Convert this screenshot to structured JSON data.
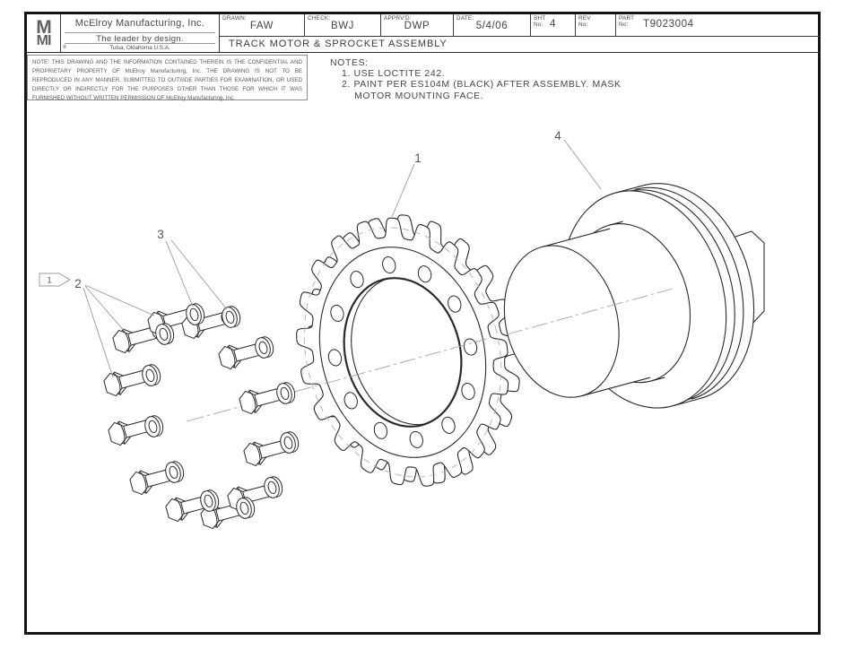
{
  "title_block": {
    "company": {
      "logo_top": "M",
      "logo_bottom": "MI",
      "name": "McElroy Manufacturing, Inc.",
      "tagline": "The leader by design.",
      "location": "Tulsa, Oklahoma U.S.A.",
      "registered_mark": "®"
    },
    "fields": [
      {
        "label": "DRAWN:",
        "value": "FAW"
      },
      {
        "label": "CHECK:",
        "value": "BWJ"
      },
      {
        "label": "APPRV'D:",
        "value": "DWP"
      },
      {
        "label": "DATE:",
        "value": "5/4/06"
      },
      {
        "label": "SHT\nNo:",
        "value": "4"
      },
      {
        "label": "REV\nNo:",
        "value": ""
      },
      {
        "label": "PART\nNo:",
        "value": "T9023004"
      }
    ],
    "drawing_title": "TRACK MOTOR & SPROCKET ASSEMBLY"
  },
  "legal_note": "NOTE: THIS DRAWING AND THE INFORMATION CONTAINED THEREIN IS THE CONFIDENTIAL AND PROPRIETARY PROPERTY OF McElroy Manufacturing, Inc. THE DRAWING IS NOT TO BE REPRODUCED IN ANY MANNER, SUBMITTED TO OUTSIDE PARTIES FOR EXAMINATION, OR USED DIRECTLY OR INDIRECTLY FOR THE PURPOSES OTHER THAN THOSE FOR WHICH IT WAS FURNISHED WITHOUT WRITTEN PERMISSION OF McElroy Manufacturing, Inc.",
  "notes": {
    "heading": "NOTES:",
    "items": [
      "1. USE LOCTITE 242.",
      "2. PAINT PER ES104M (BLACK) AFTER ASSEMBLY. MASK\n    MOTOR MOUNTING FACE."
    ]
  },
  "callouts": {
    "flag_note": "1",
    "item_1": "1",
    "item_2": "2",
    "item_3": "3",
    "item_4": "4"
  },
  "parts": {
    "sprocket_teeth": 21,
    "bolt_holes": 12,
    "bolt_count": 12,
    "washer_count": 12
  },
  "colors": {
    "line": "#2a2a2a",
    "leader": "#9a9a9a",
    "centerline": "#a3a3a3",
    "pitch_dash": "#b5b5b5",
    "callout_text": "#565656"
  }
}
